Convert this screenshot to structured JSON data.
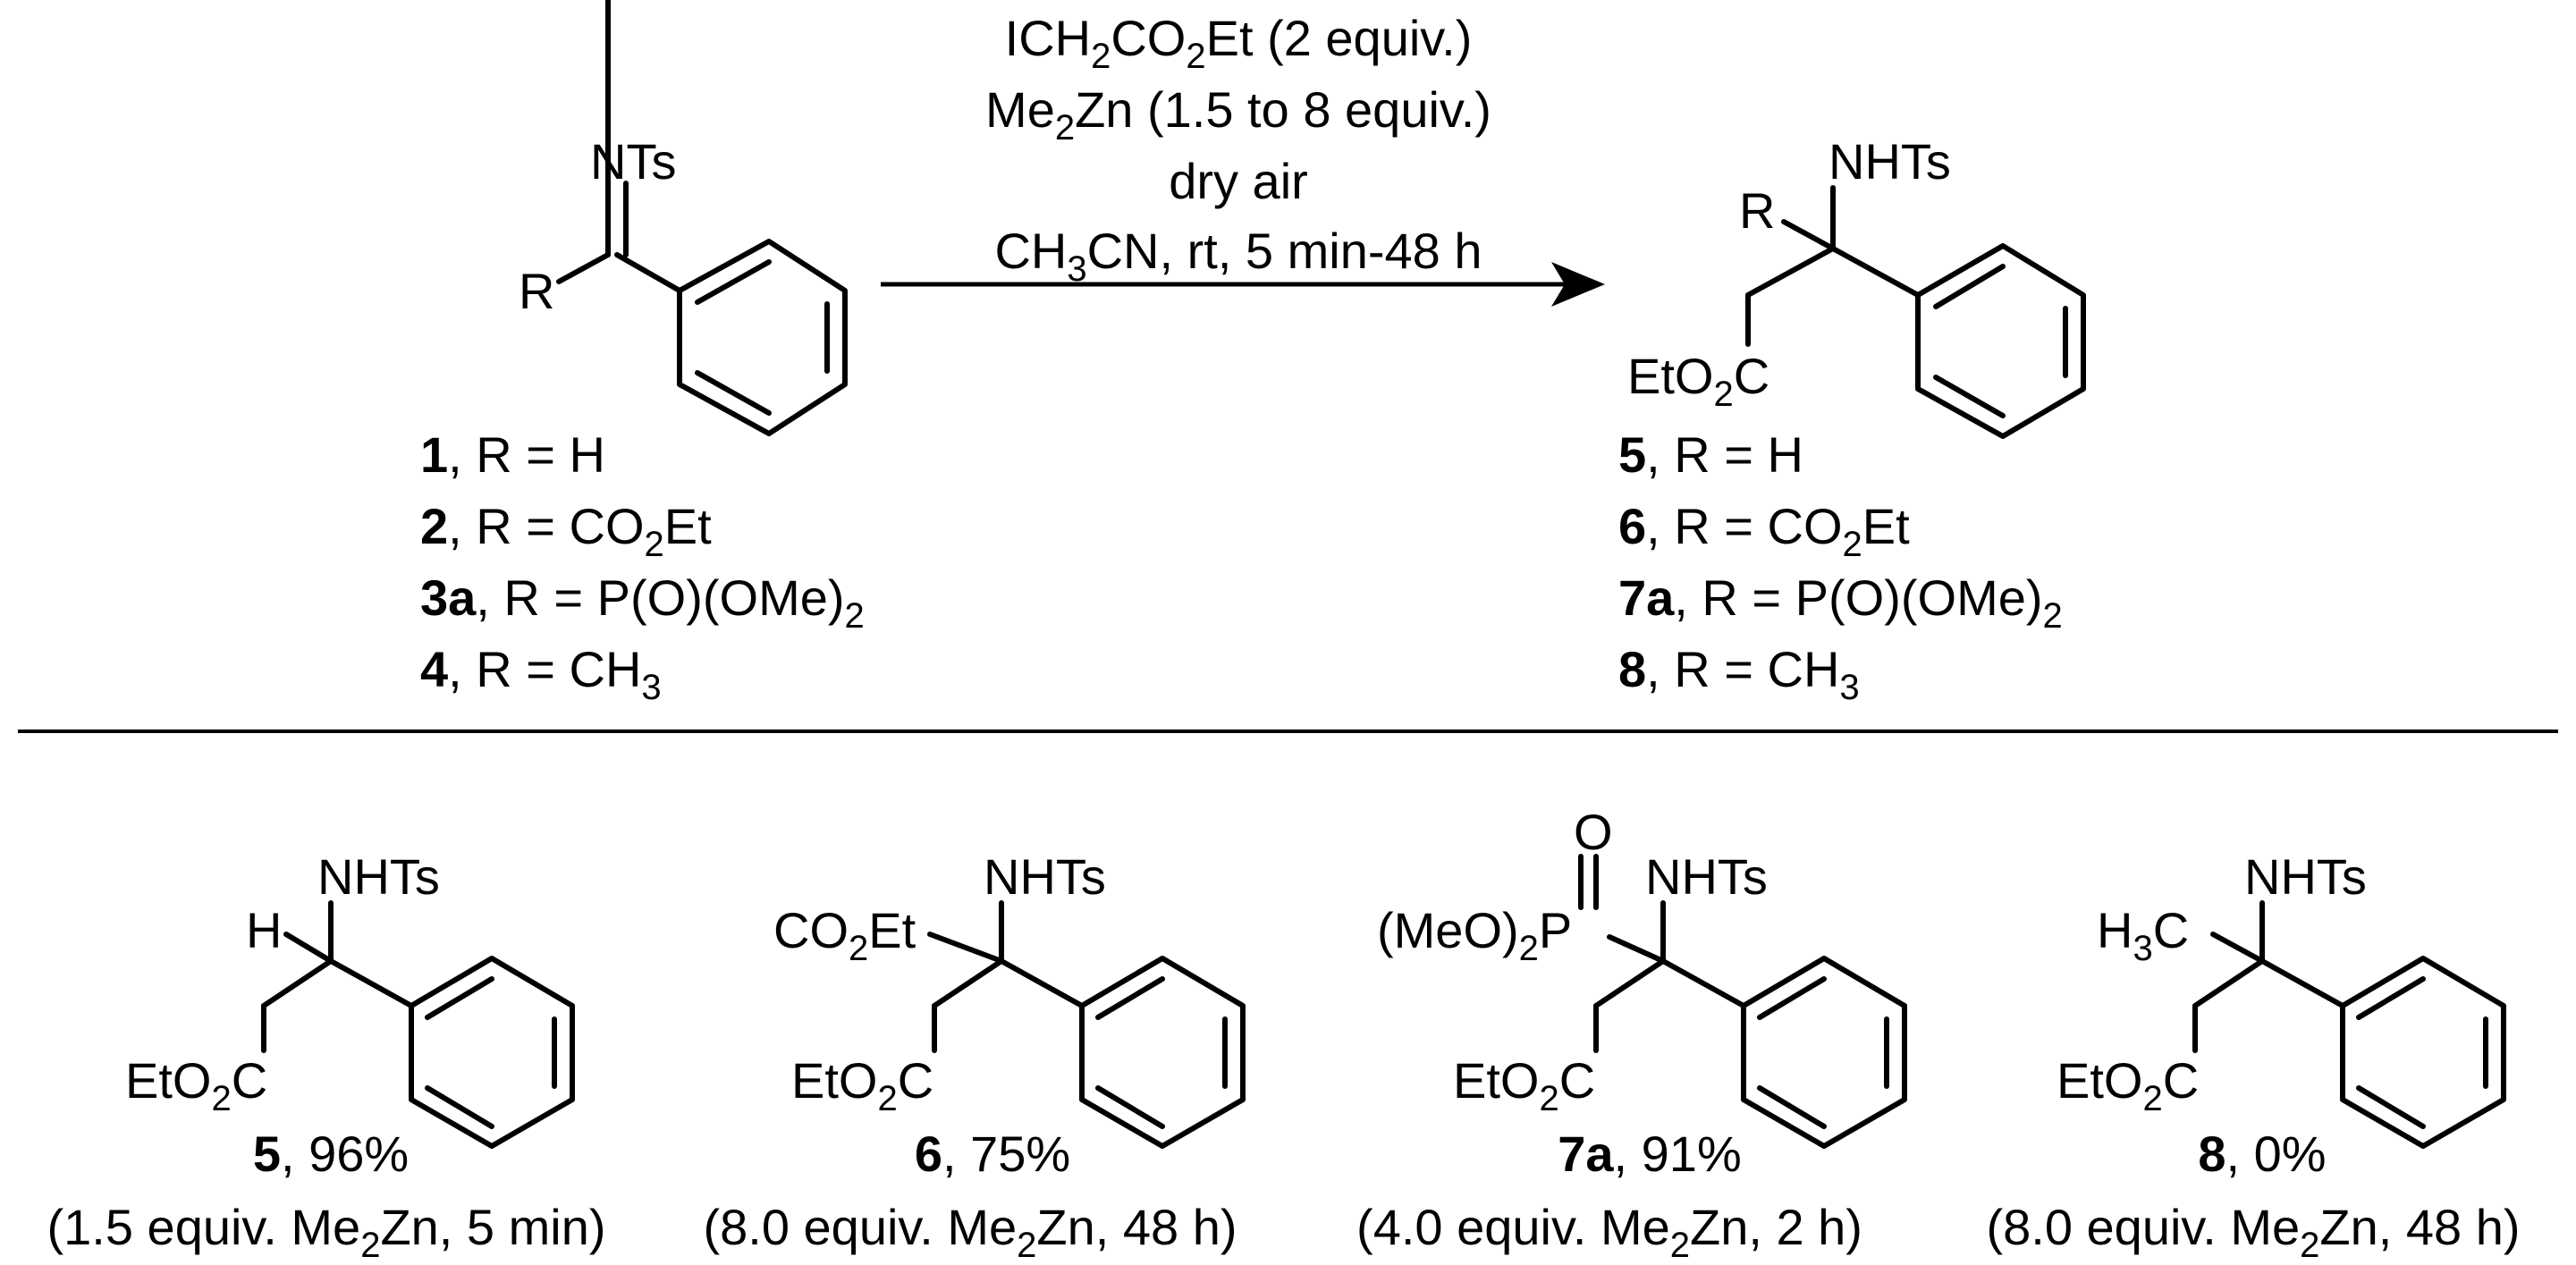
{
  "scheme": {
    "arrow": {
      "conditions": [
        {
          "pre": "ICH",
          "s1": "2",
          "mid": "CO",
          "s2": "2",
          "post": "Et (2 equiv.)"
        },
        {
          "pre": "Me",
          "s1": "2",
          "mid": "Zn (1.5 to 8 equiv.)",
          "s2": "",
          "post": ""
        },
        {
          "pre": "dry air",
          "s1": "",
          "mid": "",
          "s2": "",
          "post": ""
        },
        {
          "pre": "CH",
          "s1": "3",
          "mid": "CN, rt, 5 min-48 h",
          "s2": "",
          "post": ""
        }
      ]
    },
    "reactant": {
      "label_nts": "NTs",
      "label_r": "R",
      "series": [
        {
          "num": "1",
          "pre": ", R = H",
          "sub": "",
          "post": ""
        },
        {
          "num": "2",
          "pre": ", R = CO",
          "sub": "2",
          "post": "Et"
        },
        {
          "num": "3a",
          "pre": ", R = P(O)(OMe)",
          "sub": "2",
          "post": ""
        },
        {
          "num": "4",
          "pre": ", R = CH",
          "sub": "3",
          "post": ""
        }
      ]
    },
    "product": {
      "label_nhts": "NHTs",
      "label_r": "R",
      "ester": {
        "pre": "EtO",
        "sub": "2",
        "post": "C"
      },
      "series": [
        {
          "num": "5",
          "pre": ", R = H",
          "sub": "",
          "post": ""
        },
        {
          "num": "6",
          "pre": ", R = CO",
          "sub": "2",
          "post": "Et"
        },
        {
          "num": "7a",
          "pre": ", R = P(O)(OMe)",
          "sub": "2",
          "post": ""
        },
        {
          "num": "8",
          "pre": ", R = CH",
          "sub": "3",
          "post": ""
        }
      ]
    }
  },
  "results": [
    {
      "r_label": {
        "pre": "H",
        "sub": "",
        "post": ""
      },
      "nhts": "NHTs",
      "ester": {
        "pre": "EtO",
        "sub": "2",
        "post": "C"
      },
      "num": "5",
      "yield": ", 96%",
      "cond": {
        "pre": "(1.5 equiv. Me",
        "sub": "2",
        "post": "Zn, 5 min)"
      }
    },
    {
      "r_label": {
        "pre": "CO",
        "sub": "2",
        "post": "Et"
      },
      "nhts": "NHTs",
      "ester": {
        "pre": "EtO",
        "sub": "2",
        "post": "C"
      },
      "num": "6",
      "yield": ", 75%",
      "cond": {
        "pre": "(8.0 equiv. Me",
        "sub": "2",
        "post": "Zn, 48 h)"
      }
    },
    {
      "r_label": {
        "pre": "(MeO)",
        "sub": "2",
        "post": "P"
      },
      "oxo": "O",
      "nhts": "NHTs",
      "ester": {
        "pre": "EtO",
        "sub": "2",
        "post": "C"
      },
      "num": "7a",
      "yield": ", 91%",
      "cond": {
        "pre": "(4.0 equiv. Me",
        "sub": "2",
        "post": "Zn, 2 h)"
      }
    },
    {
      "r_label": {
        "pre": "H",
        "sub": "3",
        "post": "C"
      },
      "nhts": "NHTs",
      "ester": {
        "pre": "EtO",
        "sub": "2",
        "post": "C"
      },
      "num": "8",
      "yield": ", 0%",
      "cond": {
        "pre": "(8.0 equiv. Me",
        "sub": "2",
        "post": "Zn, 48 h)"
      }
    }
  ]
}
